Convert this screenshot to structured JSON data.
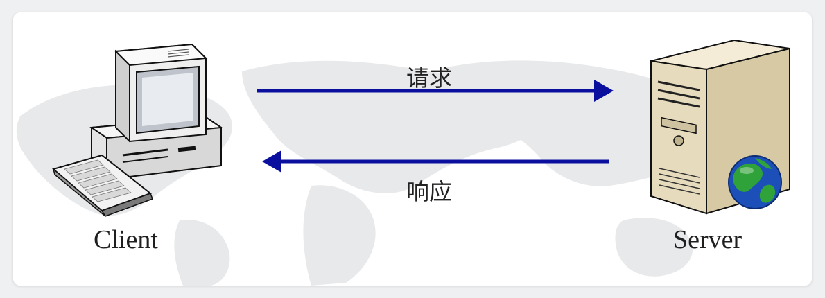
{
  "diagram": {
    "client_label": "Client",
    "server_label": "Server",
    "request_label": "请求",
    "response_label": "响应"
  },
  "colors": {
    "arrow": "#0b0f9e",
    "map": "#e6e8ea",
    "server_body": "#e9dfc4",
    "monitor_body": "#ececec",
    "globe_blue": "#1d4fb8",
    "globe_green": "#2fa33a"
  },
  "icons": {
    "client": "desktop-computer-icon",
    "server": "server-tower-icon",
    "globe": "globe-icon"
  },
  "edges": [
    {
      "from": "Client",
      "to": "Server",
      "label": "请求"
    },
    {
      "from": "Server",
      "to": "Client",
      "label": "响应"
    }
  ]
}
